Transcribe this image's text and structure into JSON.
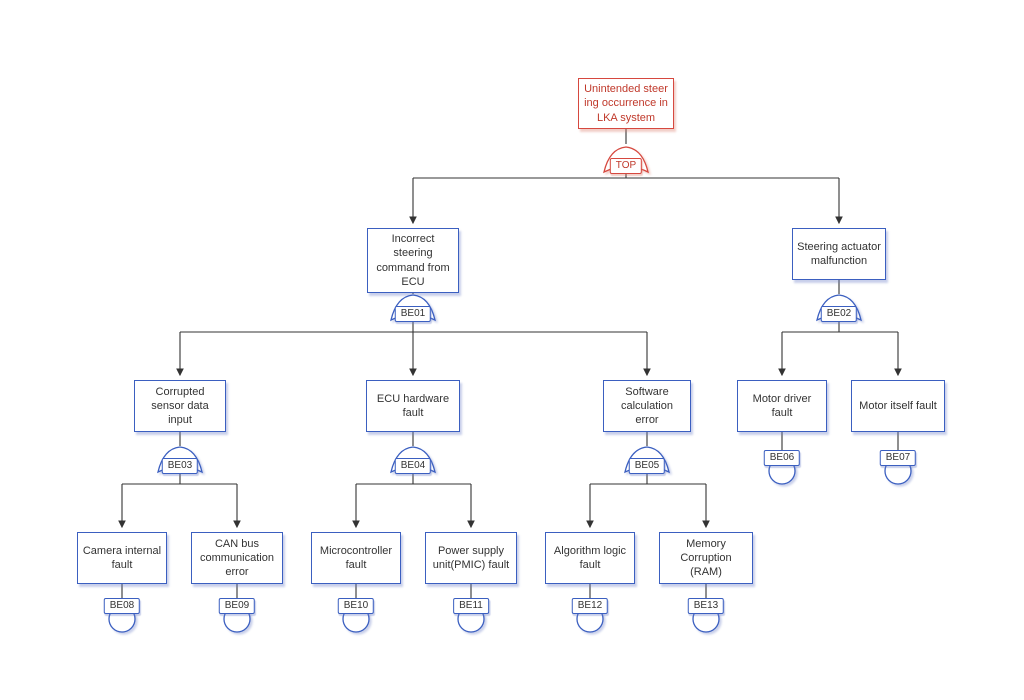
{
  "diagram": {
    "type": "fault-tree",
    "colors": {
      "top_event": "#d6483f",
      "node": "#3b5fc0",
      "line": "#333333",
      "background": "#ffffff"
    },
    "nodes": {
      "top": {
        "id": "TOP",
        "label": "Unintended steering occurrence in LKA system",
        "kind": "top-event-or-gate"
      },
      "be01": {
        "id": "BE01",
        "label": "Incorrect steering command from ECU",
        "kind": "or-gate"
      },
      "be02": {
        "id": "BE02",
        "label": "Steering actuator malfunction",
        "kind": "or-gate"
      },
      "be03": {
        "id": "BE03",
        "label": "Corrupted sensor data input",
        "kind": "or-gate"
      },
      "be04": {
        "id": "BE04",
        "label": "ECU hardware fault",
        "kind": "or-gate"
      },
      "be05": {
        "id": "BE05",
        "label": "Software calculation error",
        "kind": "or-gate"
      },
      "be06": {
        "id": "BE06",
        "label": "Motor driver fault",
        "kind": "basic-event"
      },
      "be07": {
        "id": "BE07",
        "label": "Motor itself fault",
        "kind": "basic-event"
      },
      "be08": {
        "id": "BE08",
        "label": "Camera internal fault",
        "kind": "basic-event"
      },
      "be09": {
        "id": "BE09",
        "label": "CAN bus communication error",
        "kind": "basic-event"
      },
      "be10": {
        "id": "BE10",
        "label": "Microcontroller fault",
        "kind": "basic-event"
      },
      "be11": {
        "id": "BE11",
        "label": "Power supply unit(PMIC) fault",
        "kind": "basic-event"
      },
      "be12": {
        "id": "BE12",
        "label": "Algorithm logic fault",
        "kind": "basic-event"
      },
      "be13": {
        "id": "BE13",
        "label": "Memory Corruption (RAM)",
        "kind": "basic-event"
      }
    },
    "edges": {
      "TOP": [
        "BE01",
        "BE02"
      ],
      "BE01": [
        "BE03",
        "BE04",
        "BE05"
      ],
      "BE02": [
        "BE06",
        "BE07"
      ],
      "BE03": [
        "BE08",
        "BE09"
      ],
      "BE04": [
        "BE10",
        "BE11"
      ],
      "BE05": [
        "BE12",
        "BE13"
      ]
    }
  }
}
